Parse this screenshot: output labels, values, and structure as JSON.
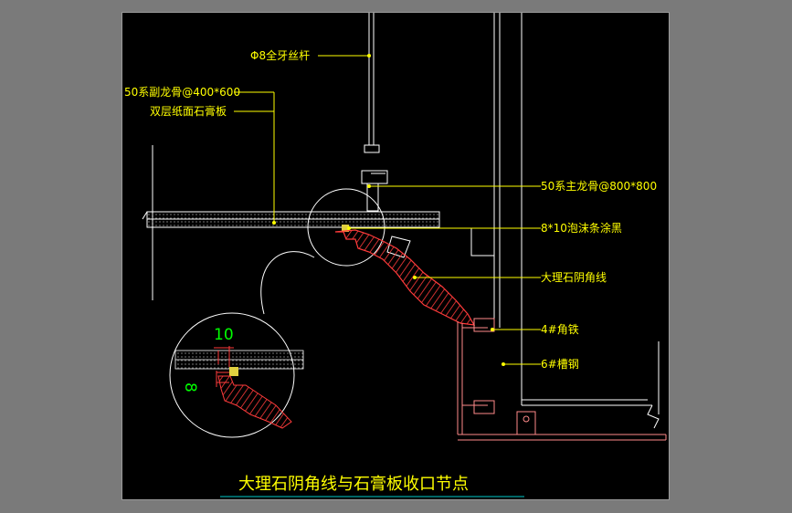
{
  "drawing": {
    "title": "大理石阴角线与石膏板收口节点",
    "labels": {
      "rod": "Φ8全牙丝杆",
      "sub_keel": "50系副龙骨@400*600",
      "gypsum": "双层纸面石膏板",
      "main_keel": "50系主龙骨@800*800",
      "foam": "8*10泡沫条涂黑",
      "marble": "大理石阴角线",
      "angle_iron": "4#角铁",
      "channel_steel": "6#槽钢"
    },
    "dims": {
      "horizontal": "10",
      "vertical": "8"
    }
  },
  "colors": {
    "background": "#000000",
    "outline": "#ffffff",
    "leader": "#ffff00",
    "marble": "#ff3b3b",
    "steel": "#ff8a8a",
    "dimension": "#00ff00",
    "title_underline": "#00c8c8"
  }
}
